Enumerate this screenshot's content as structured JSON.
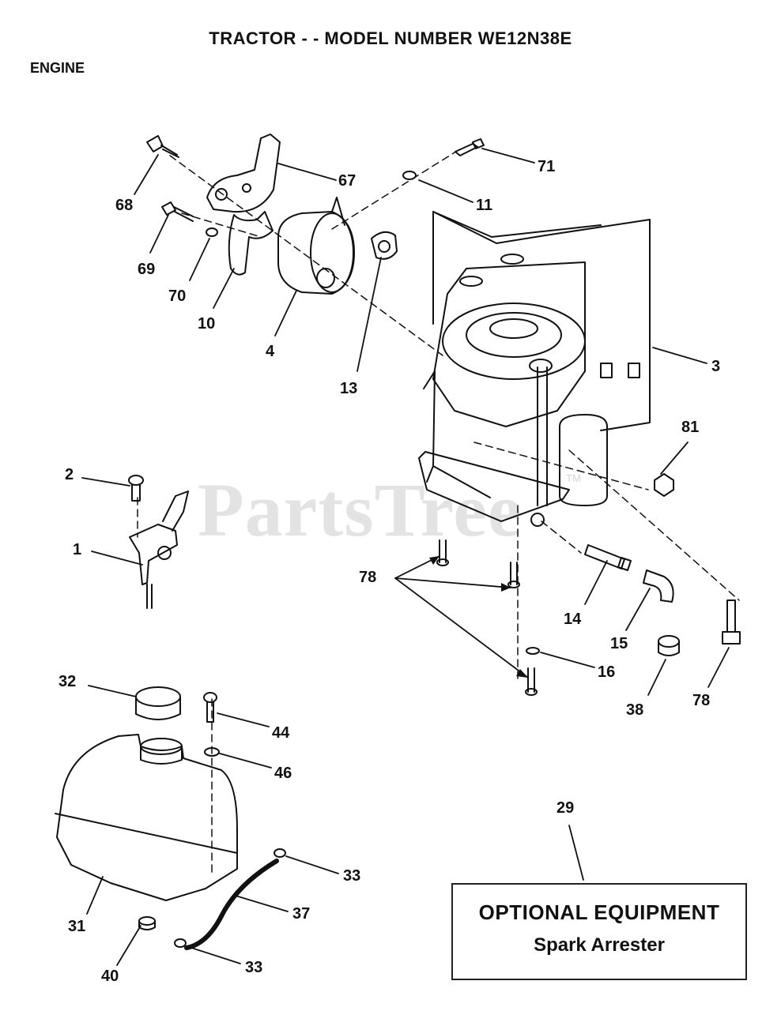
{
  "header": {
    "title": "TRACTOR - - MODEL NUMBER WE12N38E",
    "section": "ENGINE"
  },
  "watermark": {
    "text": "PartsTree",
    "mark": "TM"
  },
  "callouts": {
    "c67": "67",
    "c71": "71",
    "c68": "68",
    "c11": "11",
    "c69": "69",
    "c70": "70",
    "c10": "10",
    "c4": "4",
    "c13": "13",
    "c3": "3",
    "c81": "81",
    "c2": "2",
    "c1": "1",
    "c78a": "78",
    "c14": "14",
    "c15": "15",
    "c16": "16",
    "c38": "38",
    "c78b": "78",
    "c32": "32",
    "c44": "44",
    "c46": "46",
    "c29": "29",
    "c33a": "33",
    "c37": "37",
    "c31": "31",
    "c33b": "33",
    "c40": "40"
  },
  "optional_box": {
    "title": "OPTIONAL EQUIPMENT",
    "subtitle": "Spark Arrester"
  }
}
